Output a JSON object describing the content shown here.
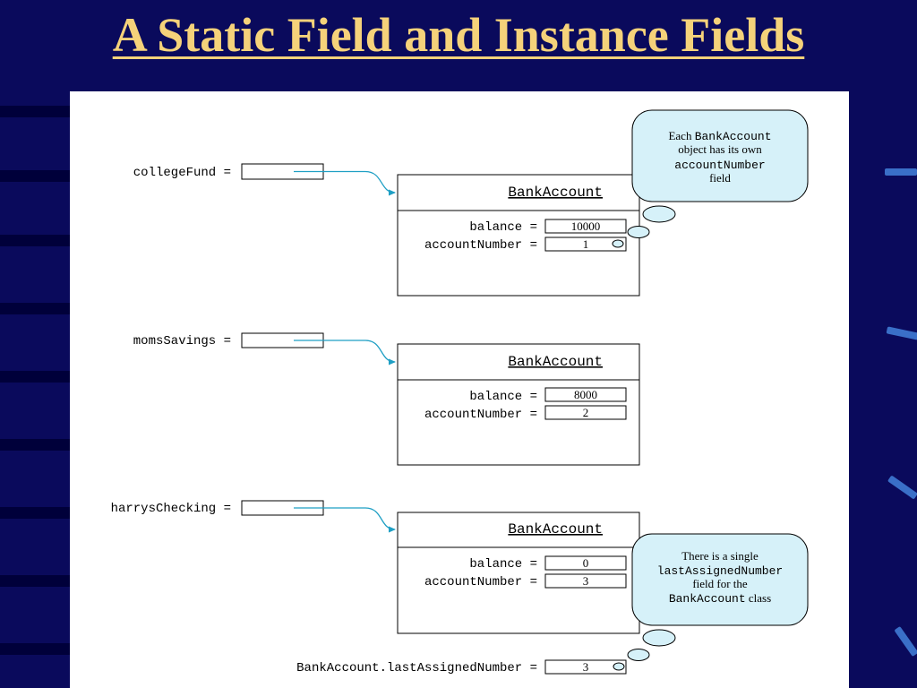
{
  "slide": {
    "title": "A Static Field and Instance Fields",
    "colors": {
      "background": "#0a0a5c",
      "title": "#f5d27a",
      "arrow": "#1f9fc4",
      "callout": "#d6f1f9"
    }
  },
  "diagram": {
    "variables": [
      {
        "name": "collegeFund =",
        "class_name": "BankAccount",
        "balance_label": "balance =",
        "balance": "10000",
        "account_label": "accountNumber =",
        "account_number": "1"
      },
      {
        "name": "momsSavings =",
        "class_name": "BankAccount",
        "balance_label": "balance =",
        "balance": "8000",
        "account_label": "accountNumber =",
        "account_number": "2"
      },
      {
        "name": "harrysChecking =",
        "class_name": "BankAccount",
        "balance_label": "balance =",
        "balance": "0",
        "account_label": "accountNumber =",
        "account_number": "3"
      }
    ],
    "static_field": {
      "label": "BankAccount.lastAssignedNumber =",
      "value": "3"
    },
    "callout_instance": {
      "line1_a": "Each ",
      "line1_b": "BankAccount",
      "line2": "object has its own",
      "line3": "accountNumber",
      "line4": "field"
    },
    "callout_static": {
      "line1": "There is a single",
      "line2": "lastAssignedNumber",
      "line3": "field for the",
      "line4_a": "BankAccount",
      "line4_b": " class"
    }
  }
}
